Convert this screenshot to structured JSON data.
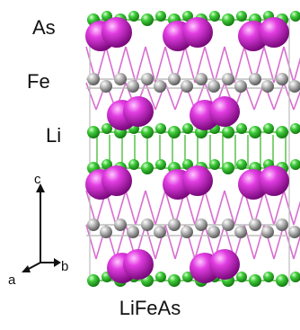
{
  "labels": {
    "as": "As",
    "fe": "Fe",
    "li": "Li"
  },
  "title": "LiFeAs",
  "axes": {
    "c": "c",
    "a": "a",
    "b": "b"
  },
  "colors": {
    "as": "#c21cc4",
    "fe": "#a9a9a9",
    "li": "#3ec43a",
    "bond_as_fe": "#d86fd0",
    "bond_li": "#4dbf3f",
    "bond_fe": "#bdbdbd"
  }
}
